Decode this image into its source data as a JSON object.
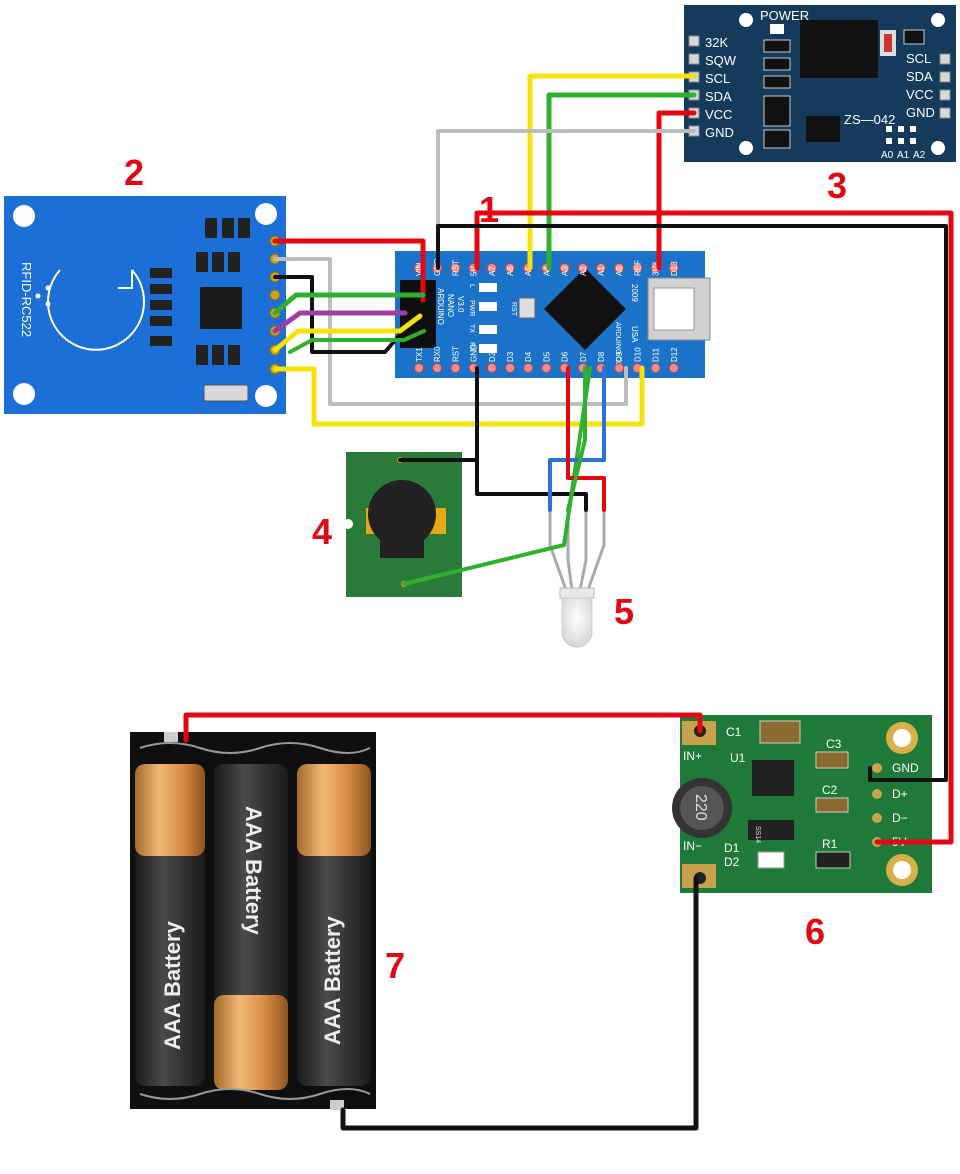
{
  "callouts": {
    "n1": "1",
    "n2": "2",
    "n3": "3",
    "n4": "4",
    "n5": "5",
    "n6": "6",
    "n7": "7"
  },
  "rfid": {
    "label": "RFID-RC522"
  },
  "rtc": {
    "power": "POWER",
    "model": "ZS—042",
    "left_pins": [
      "32K",
      "SQW",
      "SCL",
      "SDA",
      "VCC",
      "GND"
    ],
    "right_pins": [
      "SCL",
      "SDA",
      "VCC",
      "GND"
    ],
    "addr_pins": [
      "A0",
      "A1",
      "A2"
    ]
  },
  "nano": {
    "brand": "ARDUINO",
    "model": "NANO",
    "version": "V3.0",
    "site": "ARDUINO.CC",
    "year": "2009",
    "country": "USA",
    "rst": "RST",
    "leds": [
      "L",
      "PWR",
      "TX",
      "RX"
    ],
    "top_pins": [
      "VIN",
      "GND",
      "RST",
      "5V",
      "A7",
      "A6",
      "A5",
      "A4",
      "A3",
      "A2",
      "A1",
      "A0",
      "REF",
      "3V3",
      "D13"
    ],
    "bottom_pins": [
      "TX1",
      "RX0",
      "RST",
      "GND",
      "D2",
      "D3",
      "D4",
      "D5",
      "D6",
      "D7",
      "D8",
      "D9",
      "D10",
      "D11",
      "D12"
    ]
  },
  "boost": {
    "c1": "C1",
    "c2": "C2",
    "c3": "C3",
    "u1": "U1",
    "d1": "D1",
    "d2": "D2",
    "r1": "R1",
    "in_plus": "IN+",
    "in_minus": "IN−",
    "inductor": "220",
    "diode": "SS14",
    "out_pins": [
      "GND",
      "D+",
      "D−",
      "5V"
    ]
  },
  "battery": {
    "cells": [
      "AAA Battery",
      "AAA Battery",
      "AAA Battery"
    ]
  },
  "colors": {
    "wire_red": "#e30613",
    "wire_black": "#111111",
    "wire_gray": "#bdbdbd",
    "wire_yellow": "#f4e20a",
    "wire_green": "#2fb12f",
    "wire_blue": "#2d72d2",
    "wire_purple": "#9b3fa3",
    "callout": "#e30613",
    "rfid_board": "#1b6fd6",
    "rtc_board": "#143a5c",
    "nano_board": "#1b73c9",
    "module_green": "#2a7a3a"
  }
}
